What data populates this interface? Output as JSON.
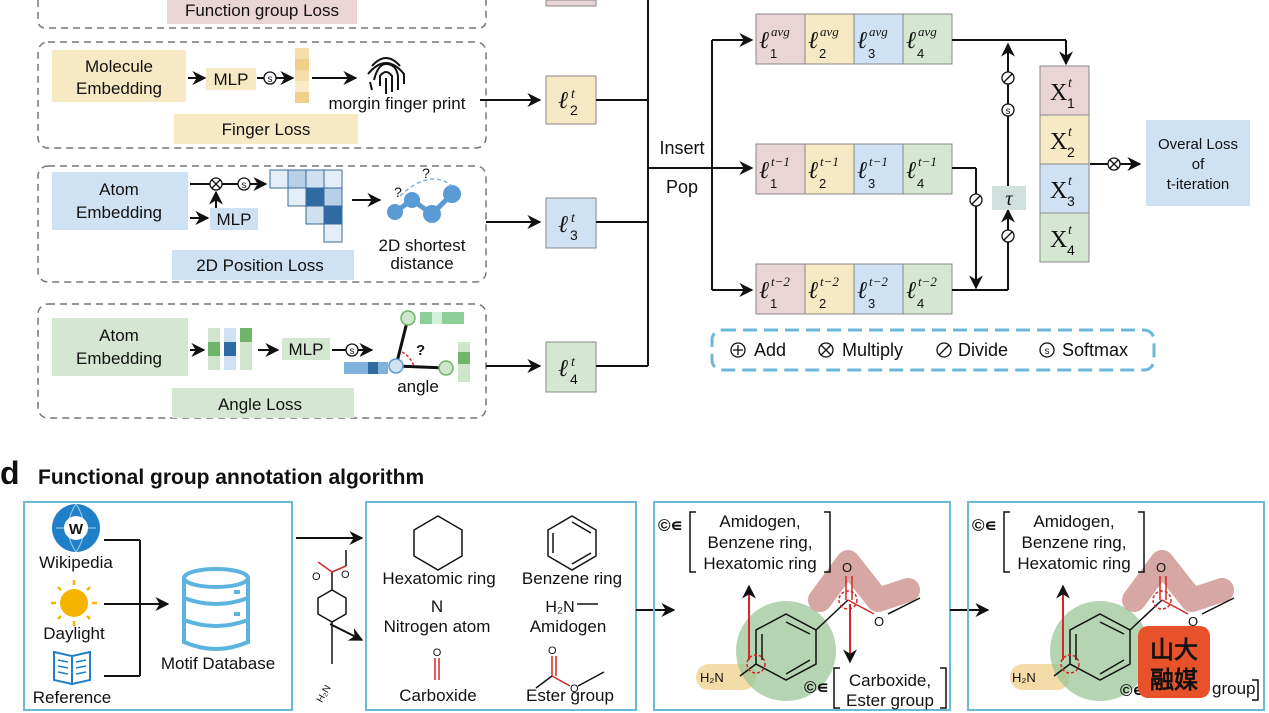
{
  "top": {
    "row1": {
      "loss_label": "Function group Loss"
    },
    "row2": {
      "embed_l1": "Molecule",
      "embed_l2": "Embedding",
      "mlp": "MLP",
      "fingerprint_label": "morgin finger print",
      "loss_label": "Finger Loss",
      "ell": "ℓ",
      "sup": "t",
      "sub": "2"
    },
    "row3": {
      "embed_l1": "Atom",
      "embed_l2": "Embedding",
      "mlp": "MLP",
      "dist_l1": "2D shortest",
      "dist_l2": "distance",
      "loss_label": "2D Position Loss",
      "ell": "ℓ",
      "sup": "t",
      "sub": "3"
    },
    "row4": {
      "embed_l1": "Atom",
      "embed_l2": "Embedding",
      "mlp": "MLP",
      "angle_label": "angle",
      "loss_label": "Angle Loss",
      "ell": "ℓ",
      "sup": "t",
      "sub": "4"
    },
    "insert": "Insert",
    "pop": "Pop",
    "avg_sup": "avg",
    "t1_sup": "t−1",
    "t2_sup": "t−2",
    "tau": "τ",
    "x_label": "X",
    "overall_l1": "Overal Loss",
    "overall_l2": "of",
    "overall_l3": "t-iteration",
    "legend": {
      "add": "Add",
      "multiply": "Multiply",
      "divide": "Divide",
      "softmax": "Softmax"
    },
    "colors": {
      "pink": "#ead4d6",
      "yellow": "#f7e9c3",
      "blue": "#cfe2f3",
      "green": "#d3e7d1",
      "dashed_blue": "#6cb8d8"
    }
  },
  "section_d": {
    "letter": "d",
    "title": "Functional group annotation algorithm",
    "sources": [
      "Wikipedia",
      "Daylight",
      "Reference"
    ],
    "database_label": "Motif Database",
    "motifs": [
      "Hexatomic ring",
      "Benzene ring",
      "Nitrogen atom",
      "Amidogen",
      "Carboxide",
      "Ester group"
    ],
    "nitrogen_symbol": "N",
    "amidogen_formula": "H₂N",
    "atom_o": "O",
    "atom_h2n": "H₂N",
    "bracket_top": [
      "Amidogen,",
      "Benzene ring,",
      "Hexatomic ring"
    ],
    "bracket_bottom": [
      "Carboxide,",
      "Ester group"
    ],
    "bracket_bottom_partial": "group",
    "element_symbol": "©∊",
    "watermark": "山大融媒"
  }
}
